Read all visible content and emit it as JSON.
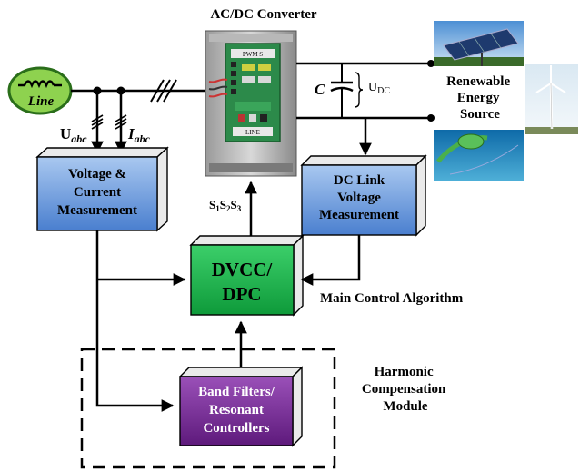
{
  "converter_title": "AC/DC Converter",
  "source": {
    "label": "Line"
  },
  "measurements": {
    "voltage_symbol": "U",
    "voltage_sub": "abc",
    "current_symbol": "I",
    "current_sub": "abc"
  },
  "dc_link": {
    "cap_label": "C",
    "voltage_symbol": "U",
    "voltage_sub": "DC"
  },
  "pcb": {
    "label_top": "PWM S",
    "label_bottom": "LINE"
  },
  "renewable": {
    "line1": "Renewable",
    "line2": "Energy",
    "line3": "Source"
  },
  "blocks": {
    "vcm": {
      "line1": "Voltage &",
      "line2": "Current",
      "line3": "Measurement"
    },
    "dcm": {
      "line1": "DC Link",
      "line2": "Voltage",
      "line3": "Measurement"
    },
    "dvcc": {
      "line1": "DVCC/",
      "line2": "DPC"
    },
    "bf": {
      "line1": "Band Filters/",
      "line2": "Resonant",
      "line3": "Controllers"
    }
  },
  "switch_signals": {
    "s": "S",
    "sub1": "1",
    "sub2": "2",
    "sub3": "3"
  },
  "main_control_label": "Main Control Algorithm",
  "harmonic": {
    "line1": "Harmonic",
    "line2": "Compensation",
    "line3": "Module"
  },
  "colors": {
    "blue_face": "#5a8ed6",
    "blue_side": "#eaeaea",
    "green_face": "#19b24a",
    "purple_face": "#7a2a9a",
    "line_fill": "#8ed24f",
    "line_stroke": "#2a6e1a"
  }
}
